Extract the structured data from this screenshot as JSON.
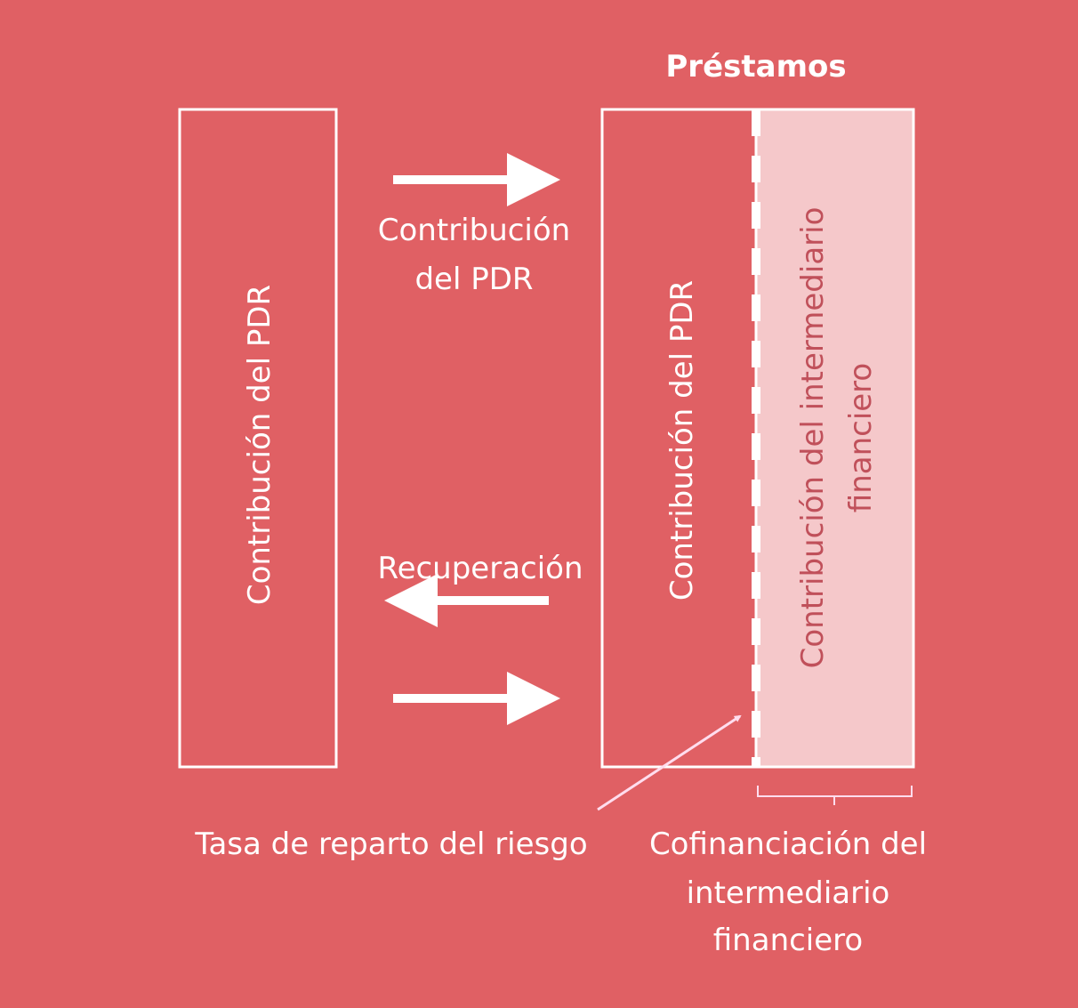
{
  "title": "Préstamos",
  "left_box_label": "Contribución del PDR",
  "right_box_label": "Contribución del PDR",
  "cofinance_box_label": [
    "Contribución del intermediario",
    "financiero"
  ],
  "arrow_top_label": [
    "Contribución",
    "del PDR"
  ],
  "arrow_middle_label": "Recuperación",
  "risk_label": "Tasa de reparto del riesgo",
  "cofinance_label": [
    "Cofinanciación del",
    "intermediario",
    "financiero"
  ],
  "colors": {
    "background": "#e06064",
    "light_fill": "#f5c8ca",
    "light_text": "#c0505a",
    "white": "#ffffff"
  }
}
